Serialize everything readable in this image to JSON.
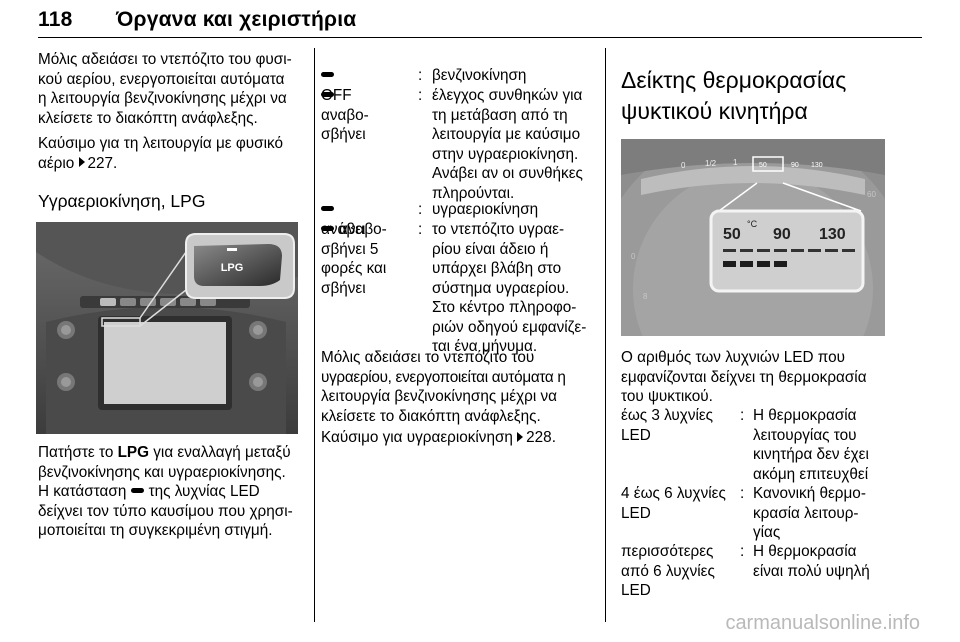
{
  "header": {
    "page_number": "118",
    "title": "Όργανα και χειριστήρια"
  },
  "col1": {
    "p1": [
      "Μόλις αδειάσει το ντεπόζιτο του φυσι-",
      "κού αερίου, ενεργοποιείται αυτόματα",
      "η λειτουργία βενζινοκίνησης μέχρι να",
      "κλείσετε το διακόπτη ανάφλεξης."
    ],
    "p2_line1": "Καύσιμο για τη λειτουργία με φυσικό",
    "p2_line2_prefix": "αέριο",
    "p2_ref": "227.",
    "heading": "Υγραεριοκίνηση, LPG",
    "image_label": "LPG",
    "p3_a": "Πατήστε το",
    "p3_bold": "LPG",
    "p3_b": "για εναλλαγή μεταξύ",
    "p3_l2": "βενζινοκίνησης και υγραεριοκίνησης.",
    "p3_l3a": "Η κατάσταση",
    "p3_l3b": "της λυχνίας LED",
    "p3_l4": "δείχνει τον τύπο καυσίμου που χρησι-",
    "p3_l5": "μοποιείται τη συγκεκριμένη στιγμή."
  },
  "col2": {
    "r1_key": "OFF",
    "r1_val": "βενζινοκίνηση",
    "r2_key1": "αναβο-",
    "r2_key2": "σβήνει",
    "r2_val": [
      "έλεγχος συνθηκών για",
      "τη μετάβαση από τη",
      "λειτουργία με καύσιμο",
      "στην υγραεριοκίνηση.",
      "Ανάβει αν οι συνθήκες",
      "πληρούνται."
    ],
    "r3_key": "ανάβει",
    "r3_val": "υγραεριοκίνηση",
    "r4_key": [
      "αναβο-",
      "σβήνει 5",
      "φορές και",
      "σβήνει"
    ],
    "r4_val": [
      "το ντεπόζιτο υγραε-",
      "ρίου είναι άδειο ή",
      "υπάρχει βλάβη στο",
      "σύστημα υγραερίου.",
      "Στο κέντρο πληροφο-",
      "ριών οδηγού εμφανίζε-",
      "ται ένα μήνυμα."
    ],
    "colon": ":",
    "p1": [
      "Μόλις αδειάσει το ντεπόζιτο του",
      "υγραερίου, ενεργοποιείται αυτόματα η",
      "λειτουργία βενζινοκίνησης μέχρι να",
      "κλείσετε το διακόπτη ανάφλεξης."
    ],
    "p2_prefix": "Καύσιμο για υγραεριοκίνηση",
    "p2_ref": "228."
  },
  "col3": {
    "heading1": "Δείκτης θερμοκρασίας",
    "heading2": "ψυκτικού κινητήρα",
    "gauge": {
      "t50": "50",
      "t90": "90",
      "t130": "130",
      "tiny1": "0",
      "tiny2": "1/2",
      "tiny3": "1",
      "deg": "°C",
      "leds_lit": 4,
      "leds_total": 8
    },
    "p1": [
      "Ο αριθμός των λυχνιών LED που",
      "εμφανίζονται δείχνει τη θερμοκρασία",
      "του ψυκτικού."
    ],
    "r1_key": [
      "έως 3 λυχνίες",
      "LED"
    ],
    "r1_val": [
      "Η θερμοκρασία",
      "λειτουργίας του",
      "κινητήρα δεν έχει",
      "ακόμη επιτευχθεί"
    ],
    "r2_key": [
      "4 έως 6 λυχνίες",
      "LED"
    ],
    "r2_val": [
      "Κανονική θερμο-",
      "κρασία λειτουρ-",
      "γίας"
    ],
    "r3_key": [
      "περισσότερες",
      "από 6 λυχνίες",
      "LED"
    ],
    "r3_val": [
      "Η θερμοκρασία",
      "είναι πολύ υψηλή"
    ],
    "colon": ":"
  },
  "footer": {
    "watermark": "carmanualsonline.info"
  }
}
